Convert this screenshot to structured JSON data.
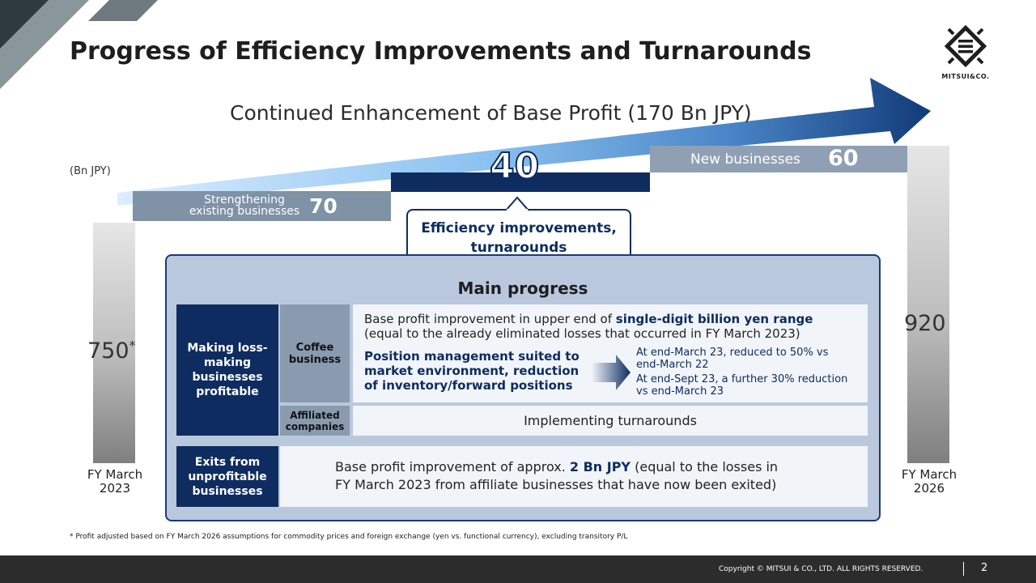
{
  "title": "Progress of Efficiency Improvements and Turnarounds",
  "logo": {
    "text": "MITSUI&CO.",
    "icon": "mitsui-logo-icon"
  },
  "headline": "Continued Enhancement of Base Profit (170 Bn JPY)",
  "unit": "(Bn JPY)",
  "left_bar": {
    "value": "750",
    "note": "*",
    "label_line1": "FY March",
    "label_line2": "2023"
  },
  "right_bar": {
    "value": "920",
    "label_line1": "FY March",
    "label_line2": "2026"
  },
  "segments": [
    {
      "label_line1": "Strengthening",
      "label_line2": "existing businesses",
      "value": "70"
    },
    {
      "value": "40"
    },
    {
      "label": "New businesses",
      "value": "60"
    }
  ],
  "callout": {
    "line1": "Efficiency improvements,",
    "line2": "turnarounds"
  },
  "main_progress": {
    "title": "Main progress",
    "loss_making": {
      "label_line1": "Making loss-",
      "label_line2": "making",
      "label_line3": "businesses",
      "label_line4": "profitable"
    },
    "coffee": {
      "label_line1": "Coffee",
      "label_line2": "business",
      "text_line1_prefix": "Base profit improvement in upper end of ",
      "text_line1_highlight": "single-digit billion yen range",
      "text_line2": "(equal to the already eliminated losses that occurred in FY March 2023)",
      "position_line1": "Position management suited to",
      "position_line2": "market environment, reduction",
      "position_line3": "of inventory/forward positions",
      "result1_line1": "At end-March 23, reduced to 50% vs",
      "result1_line2": "end-March 22",
      "result2_line1": "At end-Sept 23, a further 30% reduction",
      "result2_line2": "vs end-March 23"
    },
    "affiliated": {
      "label_line1": "Affiliated",
      "label_line2": "companies",
      "text": "Implementing turnarounds"
    },
    "exits": {
      "label_line1": "Exits from",
      "label_line2": "unprofitable",
      "label_line3": "businesses",
      "text_prefix": "Base profit improvement of approx. ",
      "text_highlight": "2 Bn JPY",
      "text_suffix": " (equal to the losses in",
      "text_line2": "FY March 2023 from affiliate businesses that have now been exited)"
    }
  },
  "footnote": "* Profit adjusted based on FY March 2026 assumptions for commodity prices and foreign exchange (yen vs. functional currency), excluding transitory P/L",
  "footer": {
    "copyright": "Copyright © MITSUI & CO., LTD. ALL RIGHTS RESERVED.",
    "page": "2"
  }
}
